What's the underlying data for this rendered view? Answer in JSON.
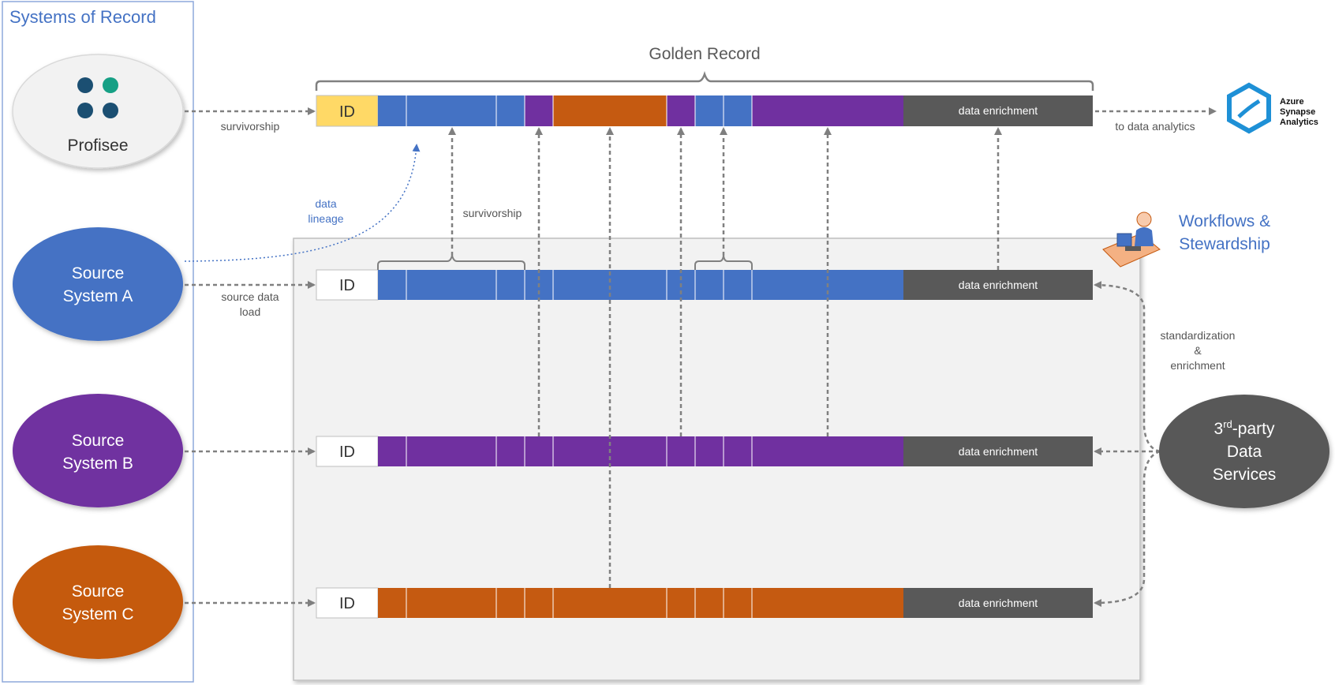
{
  "systems_panel": {
    "title": "Systems of Record"
  },
  "profisee": {
    "label": "Profisee",
    "colors": {
      "dot_dark": "#1B4F72",
      "dot_teal": "#16A085"
    }
  },
  "golden_record": {
    "title": "Golden Record",
    "id_label": "ID",
    "enrichment_label": "data enrichment"
  },
  "sources": [
    {
      "name": "Source System A",
      "line1": "Source",
      "line2": "System A",
      "color": "#4472C4",
      "id_label": "ID",
      "enrichment_label": "data enrichment"
    },
    {
      "name": "Source System B",
      "line1": "Source",
      "line2": "System B",
      "color": "#7030A0",
      "id_label": "ID",
      "enrichment_label": "data enrichment"
    },
    {
      "name": "Source System C",
      "line1": "Source",
      "line2": "System C",
      "color": "#C55A11",
      "id_label": "ID",
      "enrichment_label": "data enrichment"
    }
  ],
  "labels": {
    "survivorship_profisee": "survivorship",
    "survivorship_mid": "survivorship",
    "data_lineage_1": "data",
    "data_lineage_2": "lineage",
    "source_data_load_1": "source data",
    "source_data_load_2": "load",
    "to_data_analytics": "to data analytics",
    "standardization_1": "standardization",
    "standardization_2": "&",
    "standardization_3": "enrichment"
  },
  "workflows": {
    "line1": "Workflows &",
    "line2": "Stewardship"
  },
  "azure": {
    "line1": "Azure",
    "line2": "Synapse",
    "line3": "Analytics",
    "color": "#1E90D6"
  },
  "third_party": {
    "line1_base": "3",
    "line1_sup": "rd",
    "line1_rest": "-party",
    "line2": "Data",
    "line3": "Services",
    "color": "#595959"
  },
  "colors": {
    "id_yellow": "#FFD966",
    "enrichment_gray": "#595959",
    "arrow_gray": "#808080",
    "lineage_blue": "#4472C4",
    "title_blue": "#4472C4",
    "panel_bg": "#F2F2F2"
  }
}
